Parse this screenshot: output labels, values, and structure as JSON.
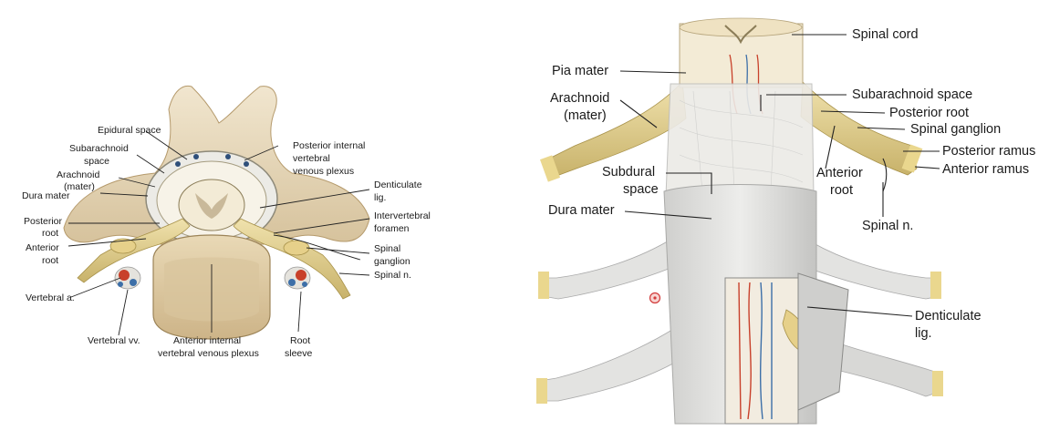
{
  "left_figure": {
    "labels": {
      "epidural_space": "Epidural space",
      "subarachnoid_space_1": "Subarachnoid",
      "subarachnoid_space_2": "space",
      "arachnoid_1": "Arachnoid",
      "arachnoid_2": "(mater)",
      "dura_mater": "Dura mater",
      "posterior_root_1": "Posterior",
      "posterior_root_2": "root",
      "anterior_root_1": "Anterior",
      "anterior_root_2": "root",
      "vertebral_a": "Vertebral a.",
      "vertebral_vv": "Vertebral vv.",
      "anterior_plexus_1": "Anterior internal",
      "anterior_plexus_2": "vertebral venous plexus",
      "root_sleeve_1": "Root",
      "root_sleeve_2": "sleeve",
      "posterior_plexus_1": "Posterior internal",
      "posterior_plexus_2": "vertebral",
      "posterior_plexus_3": "venous plexus",
      "denticulate_1": "Denticulate",
      "denticulate_2": "lig.",
      "interv_foramen_1": "Intervertebral",
      "interv_foramen_2": "foramen",
      "spinal_ganglion_1": "Spinal",
      "spinal_ganglion_2": "ganglion",
      "spinal_n": "Spinal n."
    }
  },
  "right_figure": {
    "labels": {
      "spinal_cord": "Spinal cord",
      "pia_mater": "Pia mater",
      "arachnoid_1": "Arachnoid",
      "arachnoid_2": "(mater)",
      "subarachnoid_space": "Subarachnoid space",
      "posterior_root": "Posterior root",
      "spinal_ganglion": "Spinal ganglion",
      "posterior_ramus": "Posterior ramus",
      "anterior_ramus": "Anterior ramus",
      "subdural_1": "Subdural",
      "subdural_2": "space",
      "anterior_root_1": "Anterior",
      "anterior_root_2": "root",
      "dura_mater": "Dura mater",
      "spinal_n": "Spinal n.",
      "denticulate_1": "Denticulate",
      "denticulate_2": "lig."
    }
  },
  "colors": {
    "bone": "#eadcc0",
    "bone_shade": "#d8c6a2",
    "dura": "#e6e6e4",
    "dura_shade": "#bdbdbb",
    "nerve": "#e8d79a",
    "nerve_shade": "#c9b36a",
    "artery": "#c8402a",
    "vein": "#3d6fa8",
    "cord": "#f3ebd6",
    "cursor": "#d23a3a"
  }
}
